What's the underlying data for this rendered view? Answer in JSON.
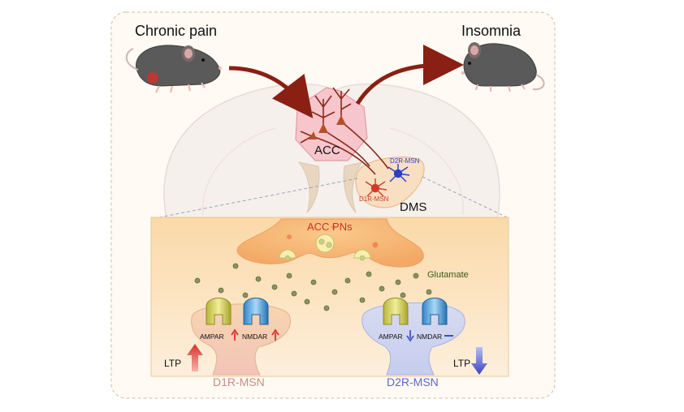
{
  "labels": {
    "chronic_pain": "Chronic pain",
    "insomnia": "Insomnia",
    "acc": "ACC",
    "dms": "DMS",
    "d2r_msn_small": "D2R-MSN",
    "d1r_msn_small": "D1R-MSN",
    "acc_pns": "ACC PNs",
    "glutamate": "Glutamate",
    "ampar_left": "AMPAR",
    "nmdar_left": "NMDAR",
    "ampar_right": "AMPAR",
    "nmdar_right": "NMDAR",
    "ltp_left": "LTP",
    "ltp_right": "LTP",
    "d1r_msn": "D1R-MSN",
    "d2r_msn": "D2R-MSN"
  },
  "colors": {
    "frame": "#d9c7a8",
    "panel": "#fbe4c4",
    "acc_region": "#f7c6cc",
    "dms_region": "#f9dfc2",
    "neuron": "#8a2a1a",
    "d1r": "#d23a2a",
    "d2r": "#2d3ec4",
    "glutamate": "#7f8c5a",
    "up_arrow": "#d8332b",
    "down_arrow": "#4a54c8"
  }
}
